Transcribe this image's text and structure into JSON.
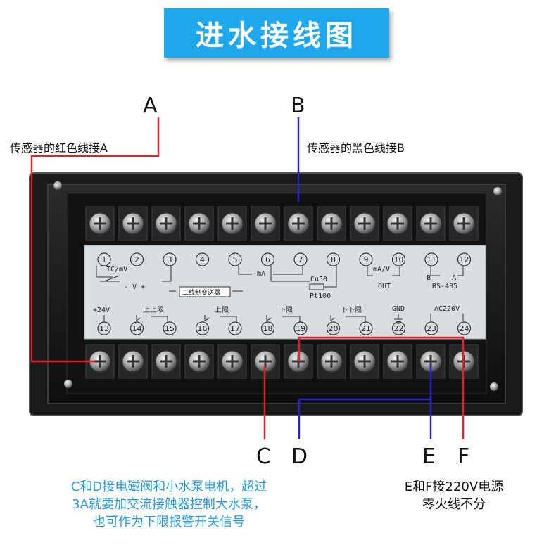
{
  "title": "进水接线图",
  "labels": {
    "a": "A",
    "b": "B",
    "c": "C",
    "d": "D",
    "e": "E",
    "f": "F"
  },
  "notes": {
    "a": "传感器的红色线接A",
    "b": "传感器的黑色线接B"
  },
  "panel": {
    "top_numbers": [
      "1",
      "2",
      "3",
      "4",
      "5",
      "6",
      "7",
      "8",
      "9",
      "10",
      "11",
      "12"
    ],
    "bottom_numbers": [
      "13",
      "14",
      "15",
      "16",
      "17",
      "18",
      "19",
      "20",
      "21",
      "22",
      "23",
      "24"
    ],
    "tc_mv": "TC/mV",
    "v_label": "- V +",
    "ma_label": "-mA",
    "cu50": "Cu50",
    "pt100": "Pt100",
    "ma_v": "mA/V",
    "out": "OUT",
    "b_a": "B     A",
    "rs485": "RS-485",
    "two_wire": "二线制变送器",
    "plus24v": "+24V",
    "upper_upper": "上上限",
    "upper": "上限",
    "lower": "下限",
    "lower_lower": "下下限",
    "gnd": "GND",
    "ac220v": "AC220V"
  },
  "bottom_left": [
    "C和D接电磁阀和小水泵电机，超过",
    "3A就要加交流接触器控制大水泵，",
    "也可作为下限报警开关信号"
  ],
  "bottom_right": [
    "E和F接220V电源",
    "零火线不分"
  ],
  "colors": {
    "title_bg": "#1fa7ec",
    "wire_red": "#e0202a",
    "wire_blue": "#2a22c8",
    "note_blue": "#2a9be0"
  }
}
